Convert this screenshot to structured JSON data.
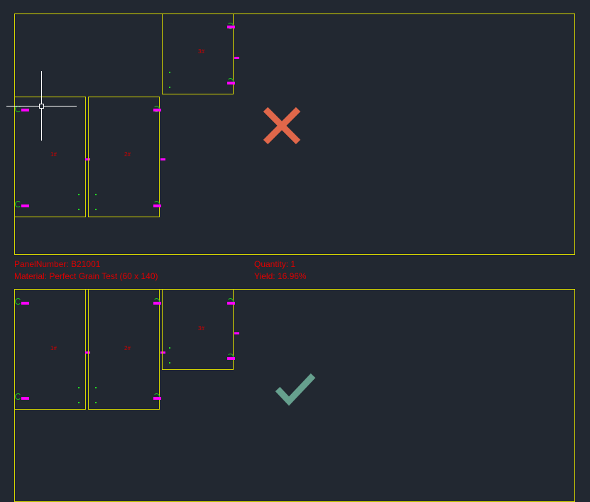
{
  "sheet_top": {
    "panels": [
      {
        "label": "1#"
      },
      {
        "label": "2#"
      },
      {
        "label": "3#"
      }
    ],
    "status_icon": "cross-icon"
  },
  "info": {
    "panel_number": "PanelNumber: B21001",
    "material": "Material: Perfect Grain Test (60 x 140)",
    "quantity": "Quantity: 1",
    "yield": "Yield: 16.96%"
  },
  "sheet_bottom": {
    "panels": [
      {
        "label": "1#"
      },
      {
        "label": "2#"
      },
      {
        "label": "3#"
      }
    ],
    "status_icon": "check-icon"
  },
  "colors": {
    "background": "#222831",
    "outline": "#d4d400",
    "text": "#e00000",
    "cross": "#e0674a",
    "check": "#66a08e"
  }
}
